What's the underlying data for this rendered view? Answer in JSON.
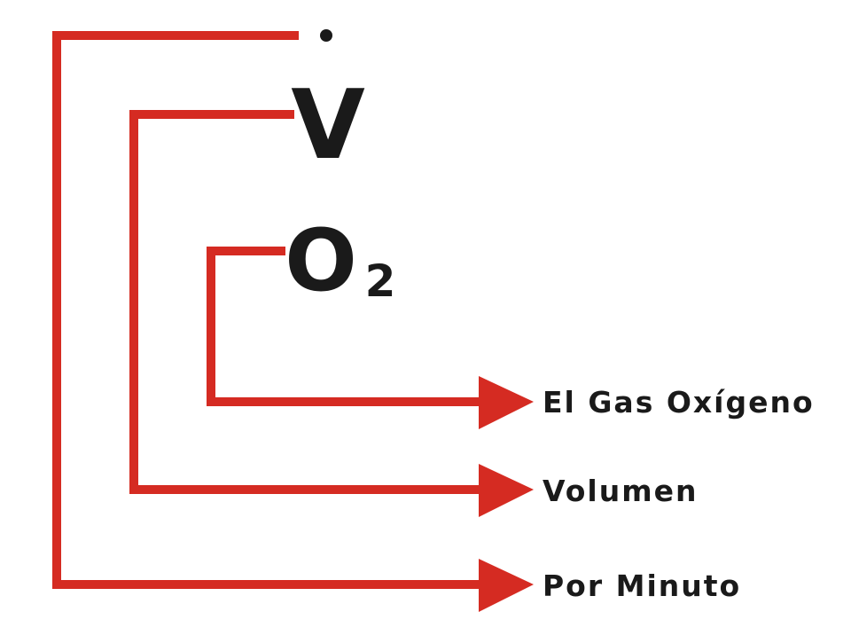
{
  "symbol": {
    "dot": "•",
    "letter": "V",
    "gas": "O",
    "subscript": "2"
  },
  "labels": {
    "gas": "El Gas Oxígeno",
    "volume": "Volumen",
    "per_minute": "Por Minuto"
  },
  "colors": {
    "bracket": "#d52b22",
    "text": "#1a1a1a"
  }
}
